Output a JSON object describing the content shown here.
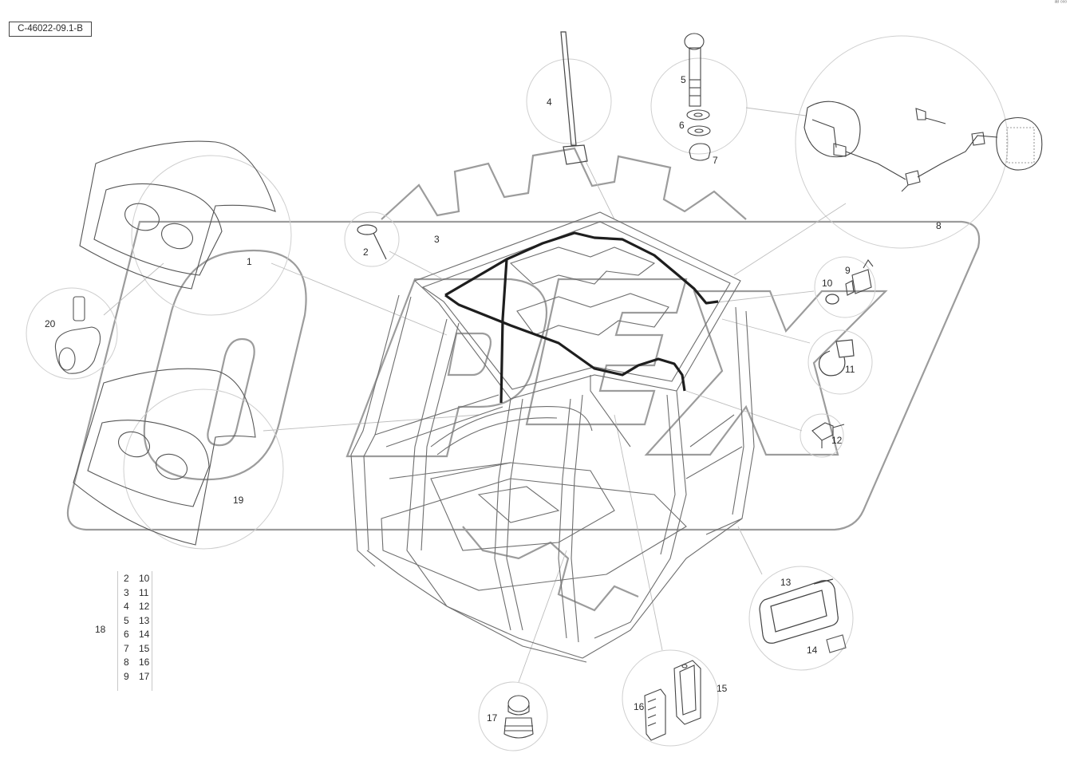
{
  "reference_code": "C-46022-09.1-B",
  "corner_mark": "ᵃᴮ ᵒᵒᵒ",
  "watermark": {
    "text": "OPEX"
  },
  "callouts": {
    "c1": "1",
    "c2": "2",
    "c3": "3",
    "c4": "4",
    "c5": "5",
    "c6": "6",
    "c7": "7",
    "c8": "8",
    "c9": "9",
    "c10": "10",
    "c11": "11",
    "c12": "12",
    "c13": "13",
    "c14": "14",
    "c15": "15",
    "c16": "16",
    "c17": "17",
    "c19": "19",
    "c20": "20"
  },
  "legend": {
    "label": "18",
    "rows": [
      {
        "a": "2",
        "b": "10"
      },
      {
        "a": "3",
        "b": "11"
      },
      {
        "a": "4",
        "b": "12"
      },
      {
        "a": "5",
        "b": "13"
      },
      {
        "a": "6",
        "b": "14"
      },
      {
        "a": "7",
        "b": "15"
      },
      {
        "a": "8",
        "b": "16"
      },
      {
        "a": "9",
        "b": "17"
      }
    ]
  }
}
